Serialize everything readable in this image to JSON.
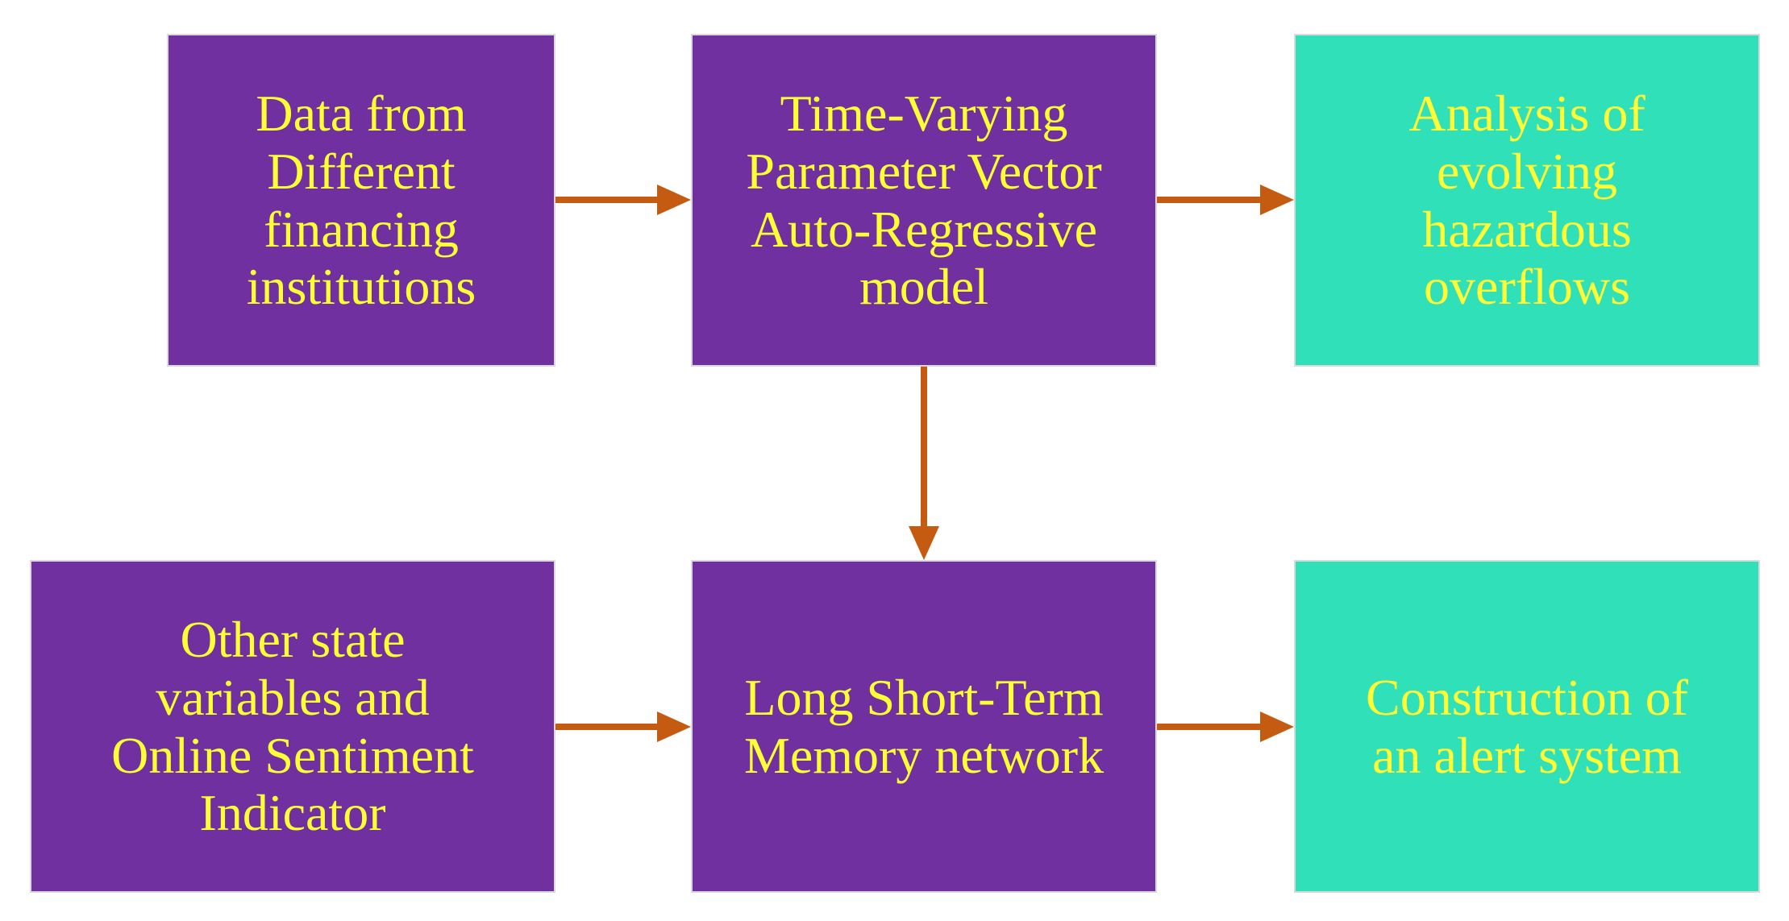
{
  "colors": {
    "input_box": "#7030a0",
    "output_box": "#2fe0b8",
    "text": "#ffff33",
    "arrow": "#c55a11"
  },
  "boxes": {
    "data": "Data from\nDifferent\nfinancing\ninstitutions",
    "tvp": "Time-Varying\nParameter Vector\nAuto-Regressive\nmodel",
    "analysis": "Analysis of\nevolving\nhazardous\noverflows",
    "other": "Other state\nvariables and\nOnline Sentiment\nIndicator",
    "lstm": "Long Short-Term\nMemory network",
    "alert": "Construction of\nan alert system"
  }
}
